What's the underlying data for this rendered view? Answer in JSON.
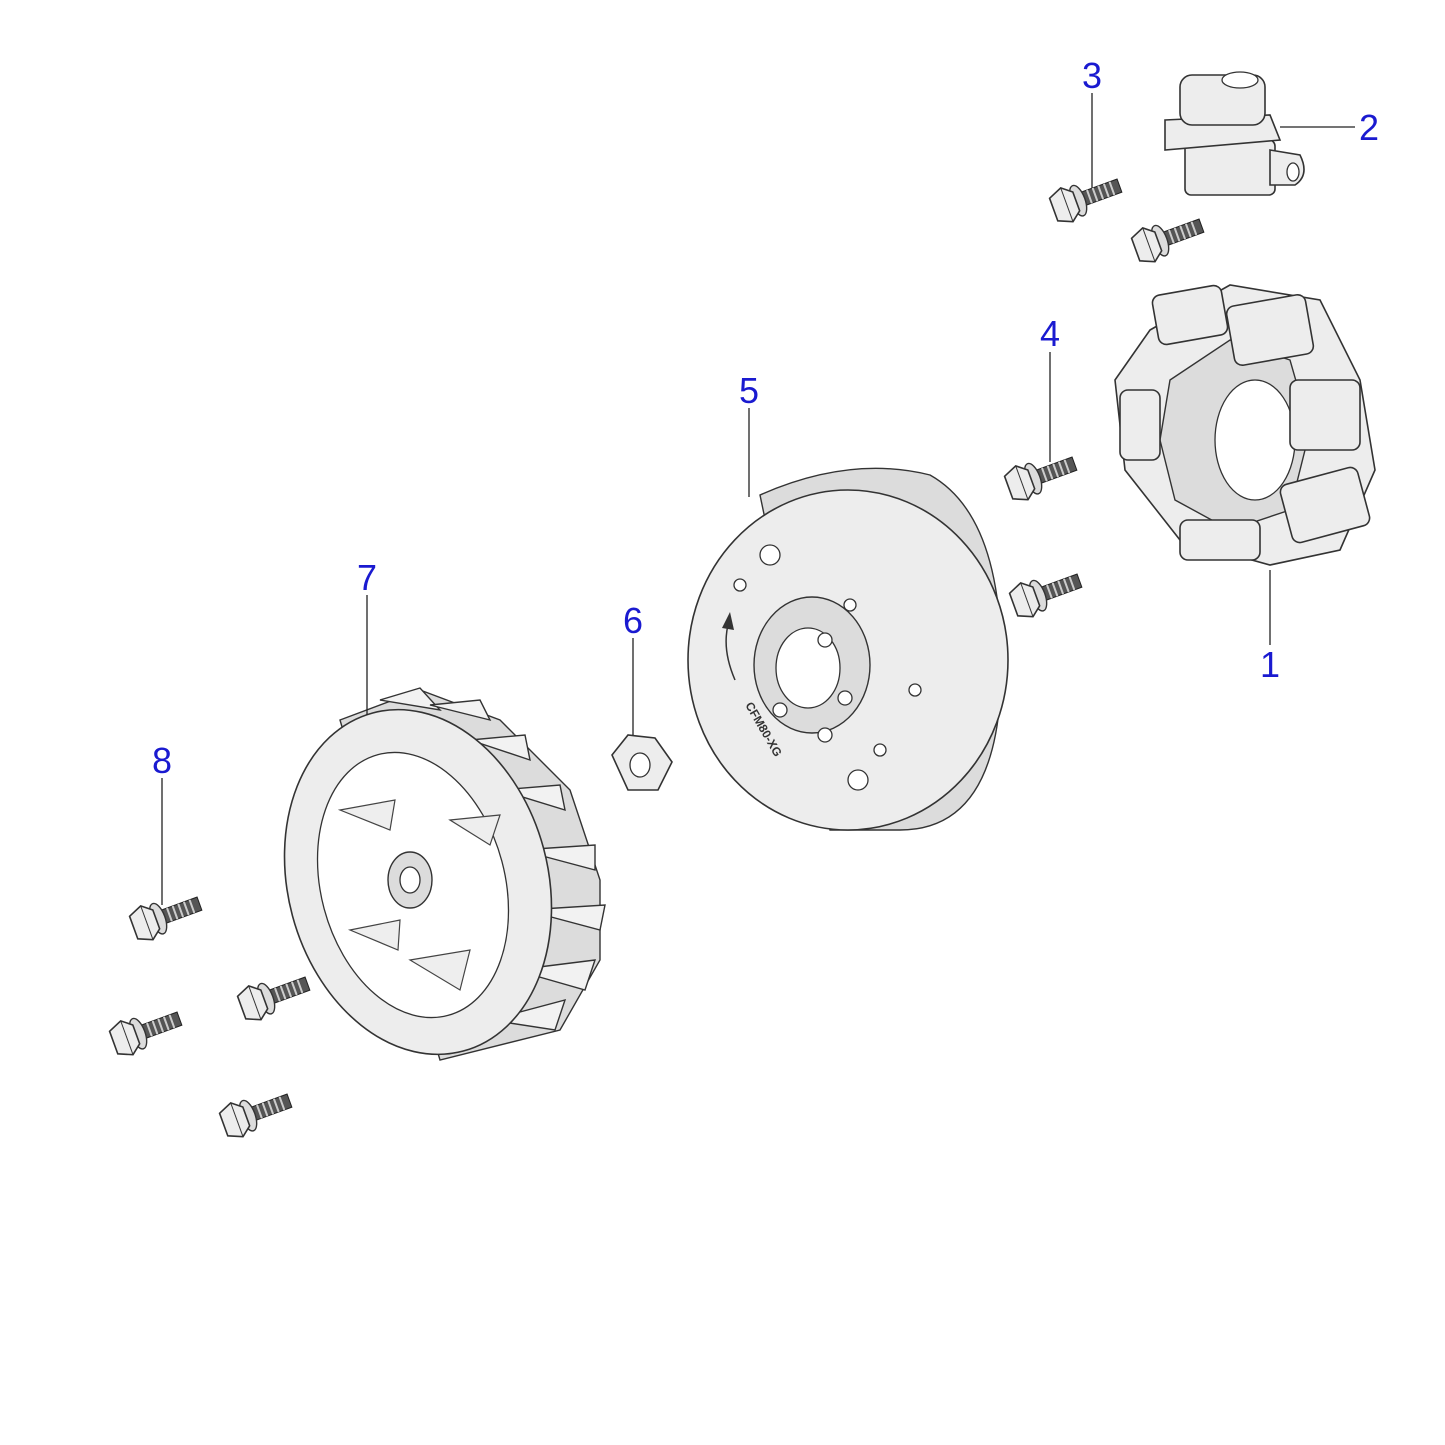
{
  "callouts": [
    {
      "id": "1",
      "part": "stator"
    },
    {
      "id": "2",
      "part": "pickup-sensor"
    },
    {
      "id": "3",
      "part": "sensor-bolt"
    },
    {
      "id": "4",
      "part": "stator-bolt"
    },
    {
      "id": "5",
      "part": "flywheel-rotor"
    },
    {
      "id": "6",
      "part": "nut"
    },
    {
      "id": "7",
      "part": "cooling-fan"
    },
    {
      "id": "8",
      "part": "fan-bolt"
    }
  ],
  "flywheel_marking": "CFM80-XG",
  "callout_color": "#1a1ad0"
}
